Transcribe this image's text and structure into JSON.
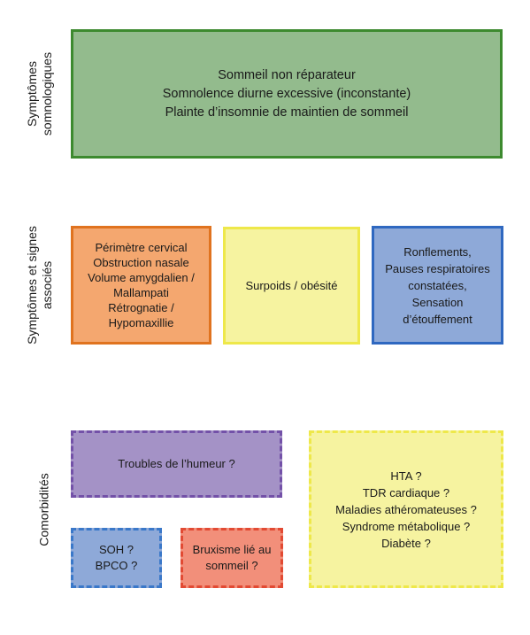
{
  "rows": {
    "somnologiques": {
      "label_lines": [
        "Symptômes",
        "somnologiques"
      ]
    },
    "associes": {
      "label_lines": [
        "Symptômes et signes",
        "associés"
      ]
    },
    "comorbidites": {
      "label_lines": [
        "Comorbidités"
      ]
    }
  },
  "boxes": {
    "sommeil": {
      "lines": [
        "Sommeil non réparateur",
        "Somnolence diurne excessive (inconstante)",
        "Plainte d’insomnie de maintien de sommeil"
      ],
      "fill": "#93bb8d",
      "border": "#3d8a2f"
    },
    "perimetre": {
      "lines": [
        "Périmètre cervical",
        "Obstruction nasale",
        "Volume amygdalien /",
        "Mallampati",
        "Rétrognatie /",
        "Hypomaxillie"
      ],
      "fill": "#f4a76f",
      "border": "#e0731f"
    },
    "surpoids": {
      "lines": [
        "Surpoids / obésité"
      ],
      "fill": "#f6f3a0",
      "border": "#eee84a"
    },
    "ronflements": {
      "lines": [
        "Ronflements,",
        "Pauses respiratoires",
        "constatées,",
        "Sensation",
        "d’étouffement"
      ],
      "fill": "#8ea9d8",
      "border": "#2f68c0"
    },
    "humeur": {
      "lines": [
        "Troubles de l’humeur ?"
      ],
      "fill": "#a492c6",
      "border": "#7351a8"
    },
    "hta": {
      "lines": [
        "HTA ?",
        "TDR cardiaque ?",
        "Maladies athéromateuses ?",
        "Syndrome métabolique ?",
        "Diabète ?"
      ],
      "fill": "#f6f3a0",
      "border": "#eee84a"
    },
    "soh": {
      "lines": [
        "SOH ?",
        "BPCO ?"
      ],
      "fill": "#8ea9d8",
      "border": "#3a78c9"
    },
    "bruxisme": {
      "lines": [
        "Bruxisme lié au",
        "sommeil ?"
      ],
      "fill": "#f28f7a",
      "border": "#e24a33"
    }
  }
}
